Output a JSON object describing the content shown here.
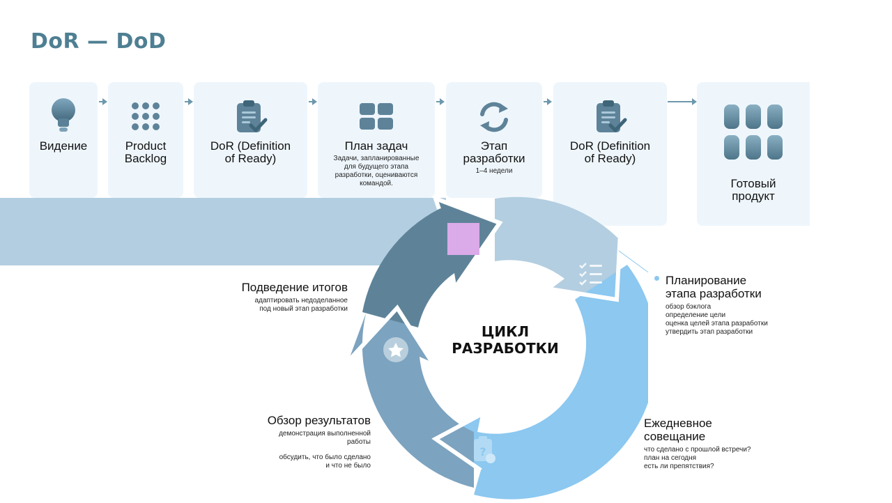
{
  "title": "DoR — DoD",
  "pipeline": {
    "vision": {
      "label": "Видение",
      "icon": "lightbulb-icon"
    },
    "backlog": {
      "label_1": "Product",
      "label_2": "Backlog",
      "icon": "grid-dots-icon"
    },
    "dor1": {
      "label_1": "DoR (Definition",
      "label_2": "of Ready)",
      "icon": "clipboard-check-icon"
    },
    "plan": {
      "label": "План задач",
      "desc": [
        "Задачи, запланированные",
        "для будущего этапа",
        "разработки, оцениваются",
        "командой."
      ],
      "icon": "tiles-icon"
    },
    "stage": {
      "label_1": "Этап",
      "label_2": "разработки",
      "desc": "1–4 недели",
      "icon": "refresh-icon"
    },
    "dor2": {
      "label_1": "DoR (Definition",
      "label_2": "of Ready)",
      "icon": "clipboard-check-icon"
    },
    "done": {
      "label_1": "Готовый",
      "label_2": "продукт",
      "icon": "product-blocks-icon"
    }
  },
  "cycle": {
    "center_1": "ЦИКЛ",
    "center_2": "РАЗРАБОТКИ",
    "colors": {
      "dark": "#5e8399",
      "light": "#b3cee0",
      "sky": "#8cc8f0",
      "mid": "#7ca3bf",
      "accent": "#dbaae8"
    }
  },
  "annotations": {
    "planning": {
      "title_1": "Планирование",
      "title_2": "этапа разработки",
      "items": [
        "обзор бэклога",
        "определение цели",
        "оценка целей этапа разработки",
        "утвердить этап разработки"
      ]
    },
    "daily": {
      "title_1": "Ежедневное",
      "title_2": "совещание",
      "items": [
        "что сделано с прошлой встречи?",
        "план на сегодня",
        "есть ли препятствия?"
      ]
    },
    "review": {
      "title": "Обзор результатов",
      "items": [
        "демонстрация выполненной",
        "работы"
      ],
      "items2": [
        "обсудить, что было сделано",
        "и что не было"
      ]
    },
    "retro": {
      "title": "Подведение итогов",
      "items": [
        "адаптировать недоделанное",
        "под новый этап разработки"
      ]
    }
  }
}
